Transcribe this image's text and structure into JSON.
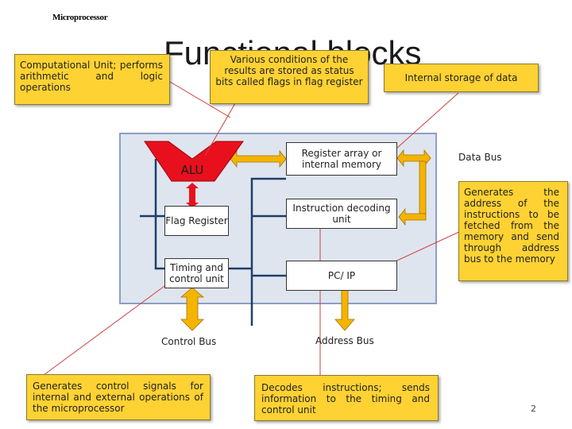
{
  "header": "Microprocessor",
  "title": "Functional blocks",
  "notes": {
    "computational": "Computational Unit; performs arithmetic and logic operations",
    "flags": "Various conditions of the results are stored as status bits called flags in flag register",
    "internal_storage": "Internal storage of data",
    "address_gen": "Generates the address of the instructions to be fetched from the memory and send through address bus to the memory",
    "control_gen": "Generates control signals for internal and external operations of the microprocessor",
    "decodes": "Decodes instructions; sends information to the timing and control unit"
  },
  "blocks": {
    "alu": "ALU",
    "flag_register": "Flag Register",
    "timing_control": "Timing and control unit",
    "register_array": "Register array or internal memory",
    "instruction_decoding": "Instruction decoding unit",
    "pc_ip": "PC/ IP"
  },
  "buses": {
    "data_bus": "Data Bus",
    "control_bus": "Control Bus",
    "address_bus": "Address Bus"
  },
  "colors": {
    "alu_red": "#e8101c",
    "arrow_yellow": "#f5b400",
    "note_yellow": "#ffd233",
    "panel_bg": "#dfe5ee",
    "panel_border": "#8a9fc4",
    "wire_blue": "#1f3e6b",
    "pointer_red": "#d04040"
  },
  "slide_number": "2"
}
